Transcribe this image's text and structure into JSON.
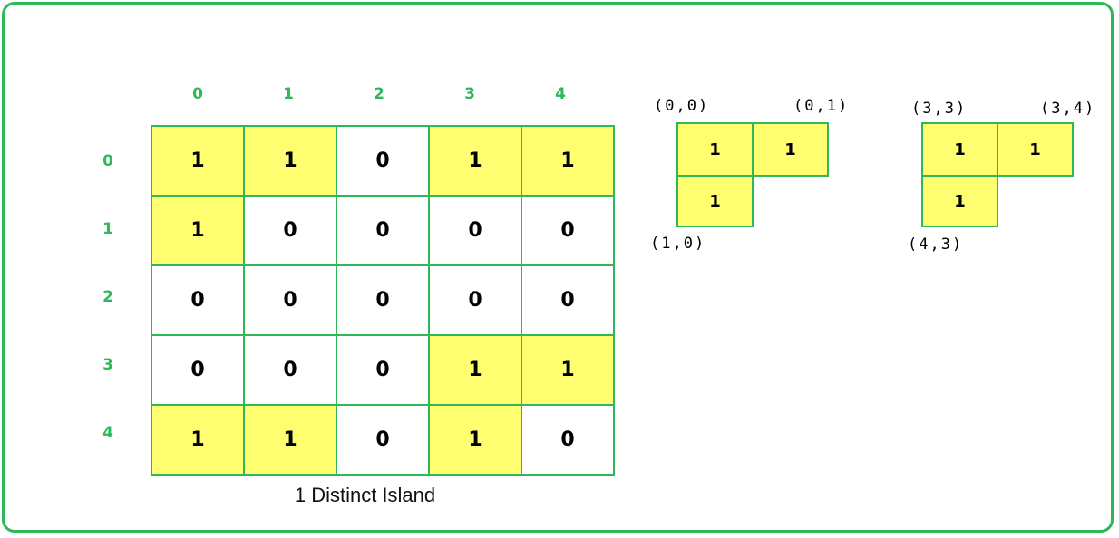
{
  "grid": {
    "col_labels": [
      "0",
      "1",
      "2",
      "3",
      "4"
    ],
    "row_labels": [
      "0",
      "1",
      "2",
      "3",
      "4"
    ],
    "cells": [
      [
        "1",
        "1",
        "0",
        "1",
        "1"
      ],
      [
        "1",
        "0",
        "0",
        "0",
        "0"
      ],
      [
        "0",
        "0",
        "0",
        "0",
        "0"
      ],
      [
        "0",
        "0",
        "0",
        "1",
        "1"
      ],
      [
        "1",
        "1",
        "0",
        "1",
        "0"
      ]
    ],
    "highlighted": [
      [
        true,
        true,
        false,
        true,
        true
      ],
      [
        true,
        false,
        false,
        false,
        false
      ],
      [
        false,
        false,
        false,
        false,
        false
      ],
      [
        false,
        false,
        false,
        true,
        true
      ],
      [
        true,
        true,
        false,
        true,
        false
      ]
    ]
  },
  "caption": "1 Distinct Island",
  "islands": [
    {
      "cells": [
        "1",
        "1",
        "1"
      ],
      "coords": [
        "(0,0)",
        "(0,1)",
        "(1,0)"
      ]
    },
    {
      "cells": [
        "1",
        "1",
        "1"
      ],
      "coords": [
        "(3,3)",
        "(3,4)",
        "(4,3)"
      ]
    }
  ],
  "colors": {
    "border": "#2fb85a",
    "land": "#fefe70",
    "water": "#ffffff",
    "label": "#2fb85a"
  }
}
